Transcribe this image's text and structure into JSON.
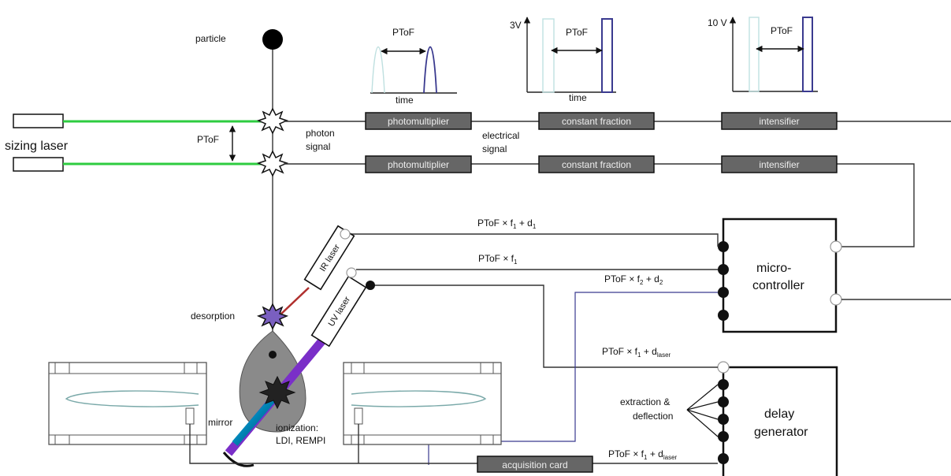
{
  "labels": {
    "particle": "particle",
    "sizing_laser": "sizing laser",
    "ptof_vertical": "PToF",
    "photon_1": "photon",
    "photon_2": "signal",
    "electrical_1": "electrical",
    "electrical_2": "signal",
    "desorption": "desorption",
    "mirror": "mirror",
    "ionization_1": "ionization:",
    "ionization_2": "LDI, REMPI",
    "extraction_1": "extraction &",
    "extraction_2": "deflection"
  },
  "insets": {
    "inset1": {
      "ptof": "PToF",
      "xlabel": "time"
    },
    "inset2": {
      "ptof": "PToF",
      "xlabel": "time",
      "ylabel": "3V"
    },
    "inset3": {
      "ptof": "PToF",
      "ylabel": "10 V"
    }
  },
  "boxes": {
    "photomultiplier_1": "photomultiplier",
    "photomultiplier_2": "photomultiplier",
    "constant_fraction_1": "constant fraction",
    "constant_fraction_2": "constant fraction",
    "intensifier_1": "intensifier",
    "intensifier_2": "intensifier",
    "acquisition_card": "acquisition card",
    "microcontroller_1": "micro-",
    "microcontroller_2": "controller",
    "delay_generator_1": "delay",
    "delay_generator_2": "generator"
  },
  "lasers": {
    "ir": "IR laser",
    "uv": "UV laser"
  },
  "signals": {
    "s1": {
      "main": "PToF  × f",
      "sub1": "1",
      "mid": " + d",
      "sub2": "1"
    },
    "s2": {
      "main": "PToF  × f",
      "sub1": "1"
    },
    "s3": {
      "main": "PToF  × f",
      "sub1": "2",
      "mid": " + d",
      "sub2": "2"
    },
    "s4": {
      "main": "PToF  × f",
      "sub1": "1",
      "mid": " + d",
      "sub2": "laser"
    },
    "s5": {
      "main": "PToF  × f",
      "sub1": "1",
      "mid": " + d",
      "sub2": "laser"
    }
  },
  "colors": {
    "laser_beam": "#2ecc40",
    "ir_beam": "#b0302e",
    "uv_beam": "#7a2fc8",
    "box_fill": "#666666",
    "pulse_start": "#c9e3e3",
    "pulse_end": "#3a3a8f"
  }
}
